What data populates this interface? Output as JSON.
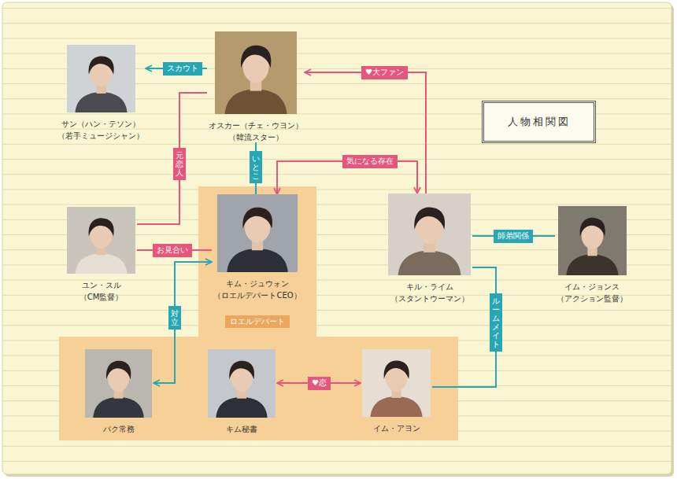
{
  "diagram": {
    "title": "人物相関図",
    "nodes": [
      {
        "text": [
          "サン（ハン・テソン）",
          "（若手ミュージシャン）"
        ]
      },
      {
        "text": [
          "オスカー（チェ・ウヨン）",
          "（韓流スター）"
        ]
      },
      {
        "text": [
          "ユン・スル",
          "（CM監督）"
        ]
      },
      {
        "text": [
          "ロエルデパート"
        ]
      },
      {
        "text": [
          "キム・ジュウォン",
          "（ロエルデパートCEO）"
        ],
        "in": 3
      },
      {
        "text": [
          "パク常務"
        ],
        "in": 3
      },
      {
        "text": [
          "キム秘書"
        ],
        "in": 3
      },
      {
        "text": [
          "イム・アヨン"
        ],
        "in": 3
      },
      {
        "text": [
          "キル・ライム",
          "（スタントウーマン）"
        ]
      },
      {
        "text": [
          "イム・ジョンス",
          "（アクション監督）"
        ]
      }
    ],
    "edges": [
      {
        "from": 1,
        "to": 0,
        "label": "スカウト",
        "arrow": "to"
      },
      {
        "from": 8,
        "to": 1,
        "label": "♥大ファン",
        "arrow": "to"
      },
      {
        "from": 1,
        "to": 2,
        "label": "元恋人",
        "arrow": "none"
      },
      {
        "from": 1,
        "to": 4,
        "label": "いとこ",
        "arrow": "none"
      },
      {
        "from": 4,
        "to": 8,
        "label": "気になる存在",
        "arrow": "both"
      },
      {
        "from": 2,
        "to": 4,
        "label": "お見合い",
        "arrow": "none"
      },
      {
        "from": 4,
        "to": 5,
        "label": "対立",
        "arrow": "both"
      },
      {
        "from": 6,
        "to": 7,
        "label": "♥恋",
        "arrow": "both"
      },
      {
        "from": 8,
        "to": 9,
        "label": "師弟関係",
        "arrow": "none"
      },
      {
        "from": 8,
        "to": 7,
        "label": "ルームメイト",
        "arrow": "none"
      }
    ]
  }
}
